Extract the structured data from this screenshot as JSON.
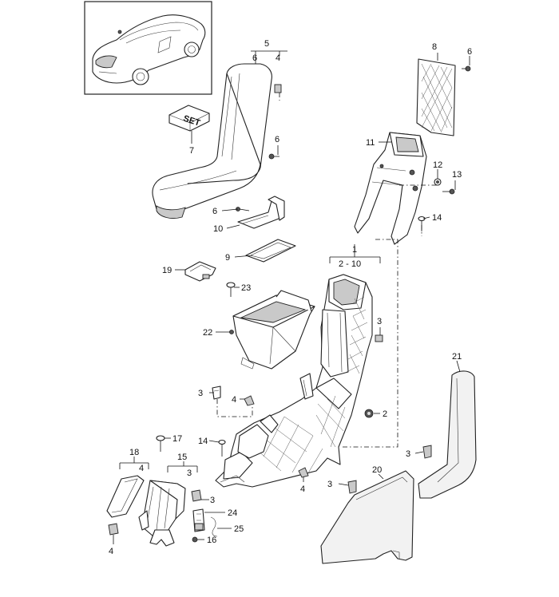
{
  "set_label": "SET",
  "callouts": {
    "c1": "1",
    "c2_10": "2 - 10",
    "c2": "2",
    "c3a": "3",
    "c3b": "3",
    "c3c": "3",
    "c3d": "3",
    "c3e": "3",
    "c3f": "3",
    "c4a": "4",
    "c4b": "4",
    "c4c": "4",
    "c4d": "4",
    "c4e": "4",
    "c5": "5",
    "c6a": "6",
    "c6b": "6",
    "c6c": "6",
    "c6d": "6",
    "c7": "7",
    "c8": "8",
    "c9": "9",
    "c10": "10",
    "c11": "11",
    "c12": "12",
    "c13": "13",
    "c14a": "14",
    "c14b": "14",
    "c15": "15",
    "c16": "16",
    "c17": "17",
    "c18": "18",
    "c19": "19",
    "c20": "20",
    "c21": "21",
    "c22": "22",
    "c23": "23",
    "c24": "24",
    "c25": "25"
  }
}
